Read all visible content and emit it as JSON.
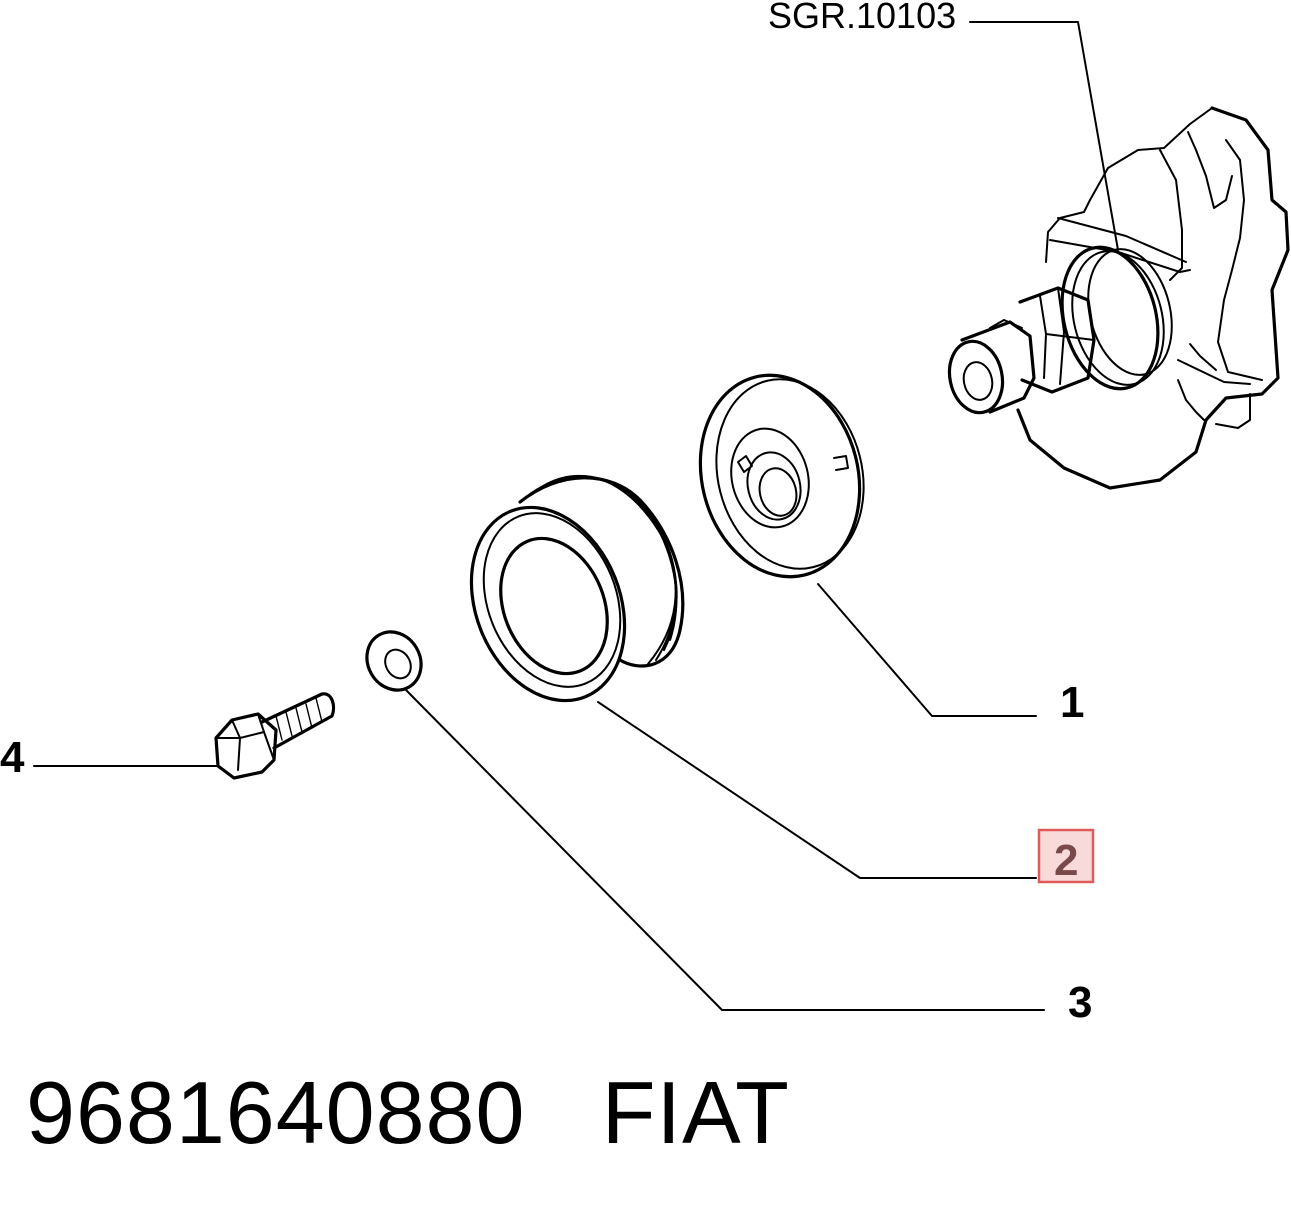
{
  "diagram": {
    "reference_label": "SGR.10103",
    "callouts": {
      "c1": "1",
      "c2": "2",
      "c3": "3",
      "c4": "4"
    },
    "highlighted_callout": "2",
    "highlight_color": "#e05a5a"
  },
  "footer": {
    "part_number": "9681640880",
    "brand": "FIAT"
  }
}
